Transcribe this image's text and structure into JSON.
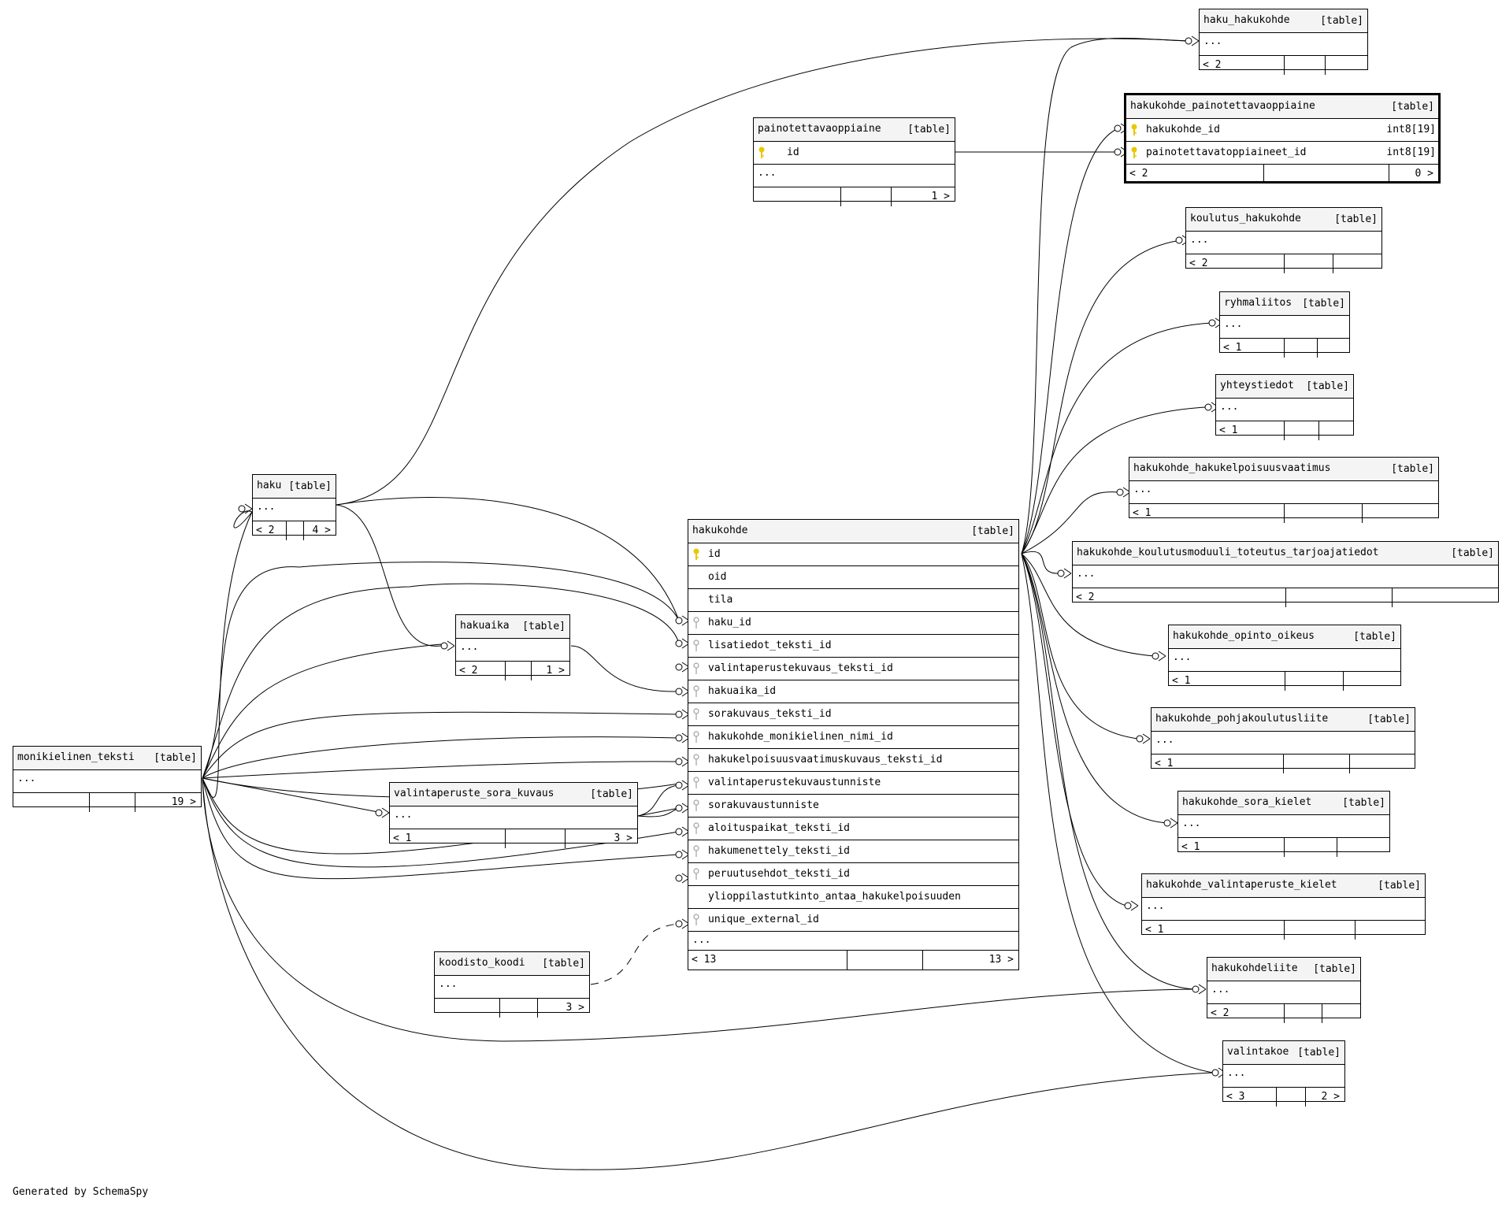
{
  "tables": {
    "haku_hakukohde": {
      "name": "haku_hakukohde",
      "tag": "[table]",
      "ellipsis": "...",
      "left": "< 2",
      "right": ""
    },
    "hakukohde_painotettavaoppiaine": {
      "name": "hakukohde_painotettavaoppiaine",
      "tag": "[table]",
      "cols": [
        {
          "name": "hakukohde_id",
          "type": "int8[19]"
        },
        {
          "name": "painotettavatoppiaineet_id",
          "type": "int8[19]"
        }
      ],
      "left": "< 2",
      "right": "0 >"
    },
    "painotettavaoppiaine": {
      "name": "painotettavaoppiaine",
      "tag": "[table]",
      "col": "id",
      "ellipsis": "...",
      "left": "",
      "right": "1 >"
    },
    "koulutus_hakukohde": {
      "name": "koulutus_hakukohde",
      "tag": "[table]",
      "ellipsis": "...",
      "left": "< 2",
      "right": ""
    },
    "ryhmaliitos": {
      "name": "ryhmaliitos",
      "tag": "[table]",
      "ellipsis": "...",
      "left": "< 1",
      "right": ""
    },
    "yhteystiedot": {
      "name": "yhteystiedot",
      "tag": "[table]",
      "ellipsis": "...",
      "left": "< 1",
      "right": ""
    },
    "hakukohde_hakukelpoisuusvaatimus": {
      "name": "hakukohde_hakukelpoisuusvaatimus",
      "tag": "[table]",
      "ellipsis": "...",
      "left": "< 1",
      "right": ""
    },
    "hakukohde_koulutusmoduuli_toteutus_tarjoajatiedot": {
      "name": "hakukohde_koulutusmoduuli_toteutus_tarjoajatiedot",
      "tag": "[table]",
      "ellipsis": "...",
      "left": "< 2",
      "right": ""
    },
    "hakukohde_opinto_oikeus": {
      "name": "hakukohde_opinto_oikeus",
      "tag": "[table]",
      "ellipsis": "...",
      "left": "< 1",
      "right": ""
    },
    "hakukohde_pohjakoulutusliite": {
      "name": "hakukohde_pohjakoulutusliite",
      "tag": "[table]",
      "ellipsis": "...",
      "left": "< 1",
      "right": ""
    },
    "hakukohde_sora_kielet": {
      "name": "hakukohde_sora_kielet",
      "tag": "[table]",
      "ellipsis": "...",
      "left": "< 1",
      "right": ""
    },
    "hakukohde_valintaperuste_kielet": {
      "name": "hakukohde_valintaperuste_kielet",
      "tag": "[table]",
      "ellipsis": "...",
      "left": "< 1",
      "right": ""
    },
    "hakukohdeliite": {
      "name": "hakukohdeliite",
      "tag": "[table]",
      "ellipsis": "...",
      "left": "< 2",
      "right": ""
    },
    "valintakoe": {
      "name": "valintakoe",
      "tag": "[table]",
      "ellipsis": "...",
      "left": "< 3",
      "right": "2 >"
    },
    "haku": {
      "name": "haku",
      "tag": "[table]",
      "ellipsis": "...",
      "left": "< 2",
      "right": "4 >"
    },
    "hakuaika": {
      "name": "hakuaika",
      "tag": "[table]",
      "ellipsis": "...",
      "left": "< 2",
      "right": "1 >"
    },
    "monikielinen_teksti": {
      "name": "monikielinen_teksti",
      "tag": "[table]",
      "ellipsis": "...",
      "left": "",
      "right": "19 >"
    },
    "valintaperuste_sora_kuvaus": {
      "name": "valintaperuste_sora_kuvaus",
      "tag": "[table]",
      "ellipsis": "...",
      "left": "< 1",
      "right": "3 >"
    },
    "koodisto_koodi": {
      "name": "koodisto_koodi",
      "tag": "[table]",
      "ellipsis": "...",
      "left": "",
      "right": "3 >"
    },
    "hakukohde": {
      "name": "hakukohde",
      "tag": "[table]",
      "cols": [
        {
          "name": "id",
          "key": "pk"
        },
        {
          "name": "oid",
          "key": ""
        },
        {
          "name": "tila",
          "key": ""
        },
        {
          "name": "haku_id",
          "key": "fk"
        },
        {
          "name": "lisatiedot_teksti_id",
          "key": "fk"
        },
        {
          "name": "valintaperustekuvaus_teksti_id",
          "key": "fk"
        },
        {
          "name": "hakuaika_id",
          "key": "fk"
        },
        {
          "name": "sorakuvaus_teksti_id",
          "key": "fk"
        },
        {
          "name": "hakukohde_monikielinen_nimi_id",
          "key": "fk"
        },
        {
          "name": "hakukelpoisuusvaatimuskuvaus_teksti_id",
          "key": "fk"
        },
        {
          "name": "valintaperustekuvaustunniste",
          "key": "fk"
        },
        {
          "name": "sorakuvaustunniste",
          "key": "fk"
        },
        {
          "name": "aloituspaikat_teksti_id",
          "key": "fk"
        },
        {
          "name": "hakumenettely_teksti_id",
          "key": "fk"
        },
        {
          "name": "peruutusehdot_teksti_id",
          "key": "fk"
        },
        {
          "name": "ylioppilastutkinto_antaa_hakukelpoisuuden",
          "key": ""
        },
        {
          "name": "unique_external_id",
          "key": "fk"
        }
      ],
      "ellipsis": "...",
      "left": "< 13",
      "right": "13 >"
    }
  },
  "colors": {
    "primary_key_icon": "#e8c800",
    "foreign_key_icon": "#a0a0a0",
    "header_bg": "#f4f4f4"
  },
  "footer_note": "Generated by SchemaSpy"
}
